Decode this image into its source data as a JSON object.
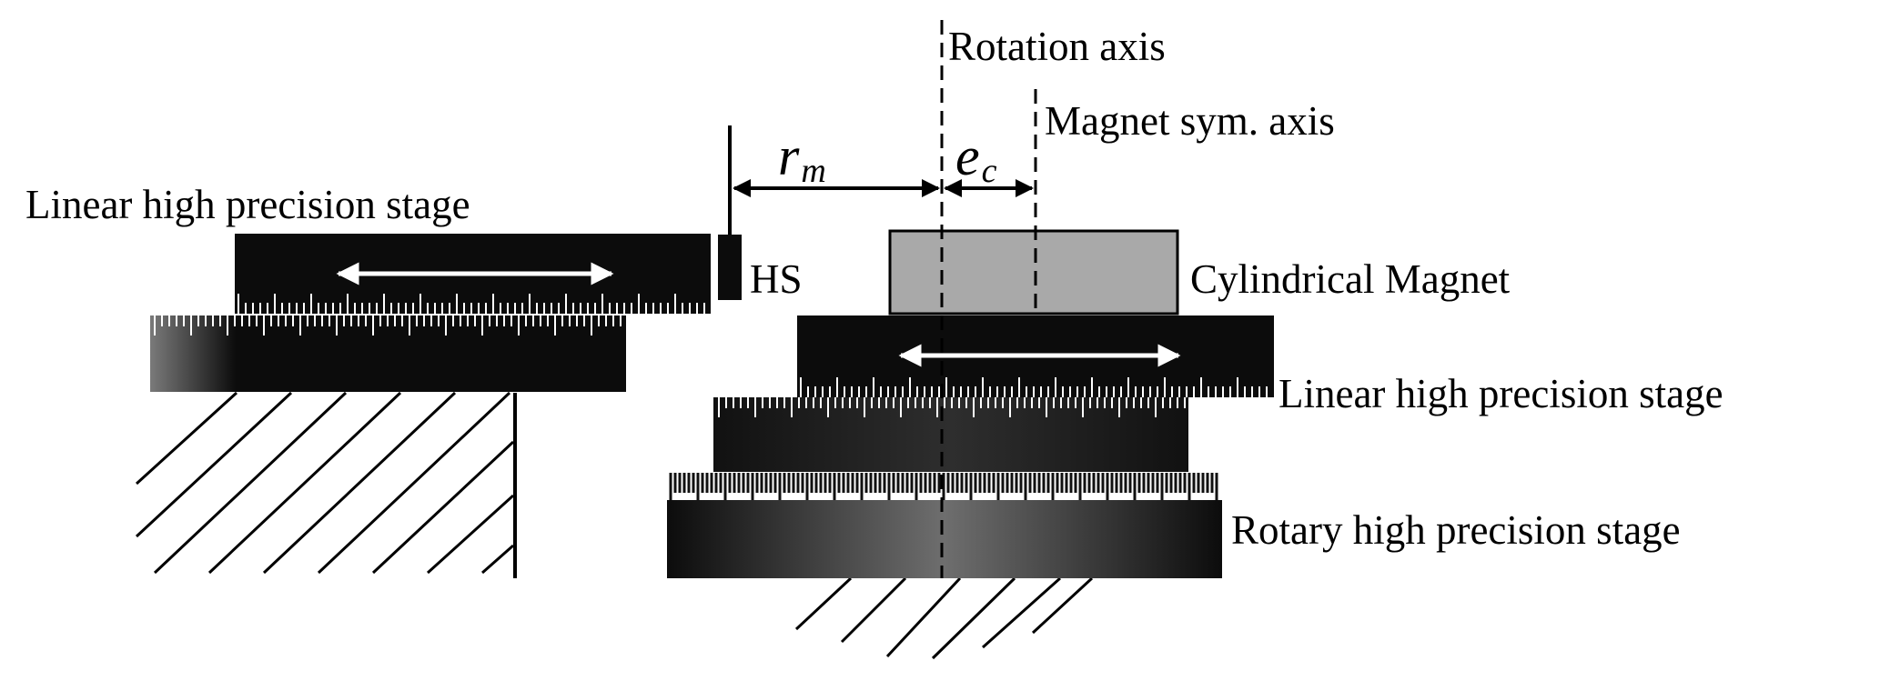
{
  "labels": {
    "rotation_axis": "Rotation axis",
    "magnet_sym_axis": "Magnet sym. axis",
    "linear_stage_left": "Linear high precision stage",
    "hall_sensor": "HS",
    "cylindrical_magnet": "Cylindrical Magnet",
    "linear_stage_right": "Linear high precision stage",
    "rotary_stage": "Rotary high precision stage"
  },
  "dimensions": {
    "r_main": "r",
    "r_sub": "m",
    "e_main": "e",
    "e_sub": "c"
  },
  "colors": {
    "ink": "#000000",
    "magnet_fill": "#a9a9a9",
    "stage_dark": "#0c0c0c",
    "stage_highlight": "#7a7a7a",
    "background": "#ffffff"
  }
}
